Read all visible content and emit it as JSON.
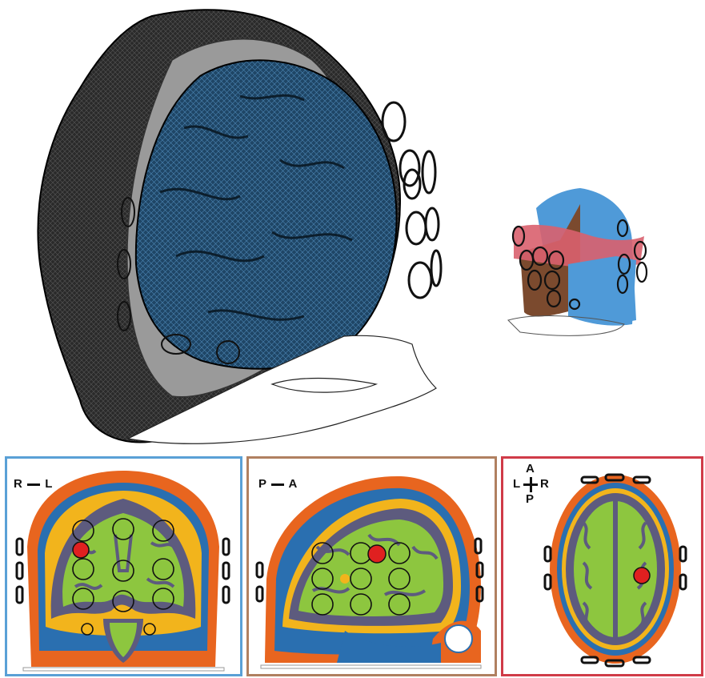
{
  "colors": {
    "mesh": "#1a1a1a",
    "csf_gray": "#9a9a9a",
    "brain_blue": "#2b5e86",
    "coronal_frame": "#5aa0d6",
    "sagittal_frame": "#b08060",
    "axial_frame": "#d03b48",
    "scalp": "#e8651f",
    "skull": "#2a6fb0",
    "csf": "#f2b41c",
    "gray_matter": "#5d5b7e",
    "white_matter": "#8dc63f",
    "target": "#e02020",
    "plane_pink": "#d9606e",
    "plane_brown": "#7b4a2e",
    "plane_blue": "#4f9ad8"
  },
  "icons": [
    "head-mesh-icon",
    "electrode-ring-icon",
    "orientation-axes-icon",
    "target-spot-icon"
  ],
  "panels": {
    "coronal": {
      "orientation_left": "R",
      "orientation_right": "L"
    },
    "sagittal": {
      "orientation_left": "P",
      "orientation_right": "A"
    },
    "axial": {
      "top": "A",
      "left": "L",
      "right": "R",
      "bottom": "P"
    }
  }
}
